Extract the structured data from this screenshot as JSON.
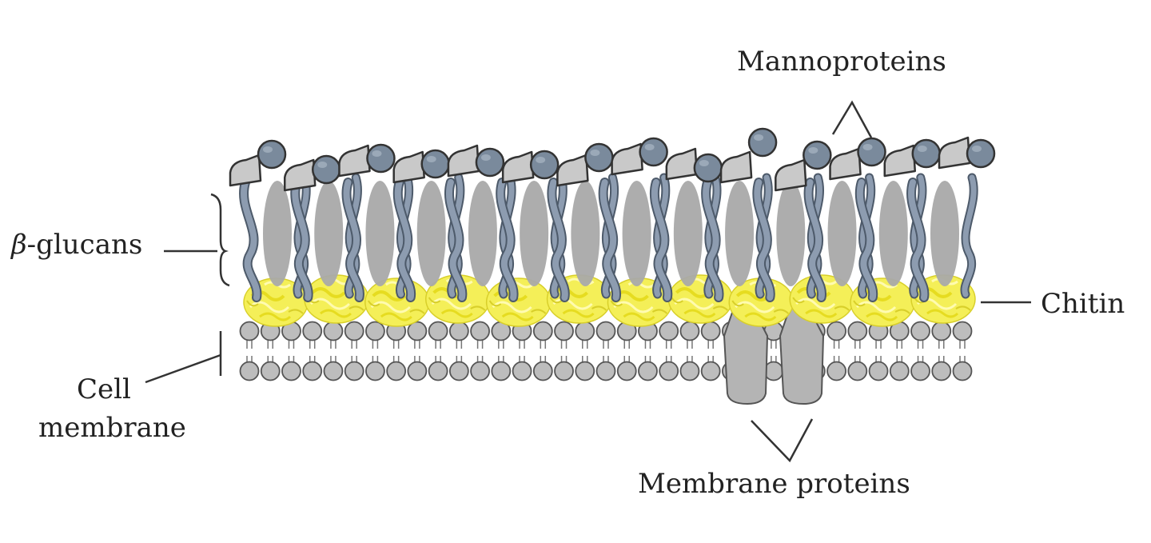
{
  "labels": {
    "mannoproteins": "Mannoproteins",
    "beta_symbol": "β",
    "beta_glucans_rest": "-glucans",
    "chitin": "Chitin",
    "cell": "Cell",
    "membrane": "membrane",
    "membrane_proteins": "Membrane proteins"
  },
  "colors": {
    "mannan_blue": "#7a8a9c",
    "protein_gray": "#c8c8c8",
    "glucan_gray": "#a9a9a9",
    "glucan_strand": "#8d9cb0",
    "chitin_yellow": "#f2ec3a",
    "lipid_gray": "#bdbdbd",
    "outline": "#333333"
  },
  "layers": {
    "mannoprotein_units": 14,
    "glucan_units": 14,
    "chitin_units": 12,
    "lipid_heads_per_row": 35,
    "membrane_proteins": 2
  }
}
